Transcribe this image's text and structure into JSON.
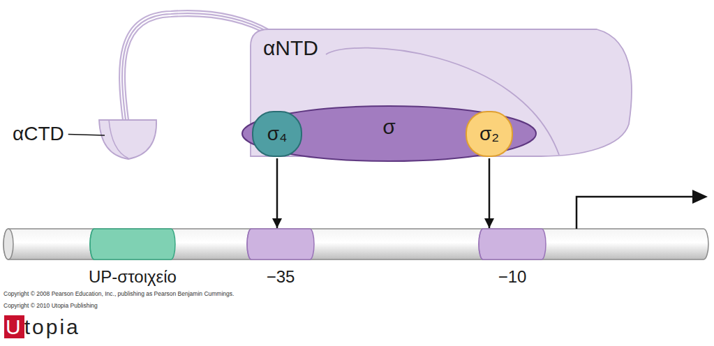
{
  "diagram": {
    "nodes": [
      {
        "text": [
          "αNTD"
        ]
      },
      {
        "text": [
          "αCTD"
        ]
      },
      {
        "text": [
          "σ"
        ]
      },
      {
        "text": [
          "σ₄"
        ],
        "in": 2
      },
      {
        "text": [
          "σ₂"
        ],
        "in": 2
      },
      {
        "text": [
          "UP-στοιχείο"
        ]
      },
      {
        "text": [
          "−35"
        ]
      },
      {
        "text": [
          "−10"
        ]
      }
    ],
    "edges": [
      {
        "from": 3,
        "to": 6,
        "arrow": "to"
      },
      {
        "from": 4,
        "to": 7,
        "arrow": "to"
      }
    ],
    "labels": [
      "Copyright © 2008 Pearson Education, Inc., publishing as Pearson Benjamin Cummings.",
      "Copyright © 2010 Utopia Publishing",
      "Utopia"
    ]
  }
}
